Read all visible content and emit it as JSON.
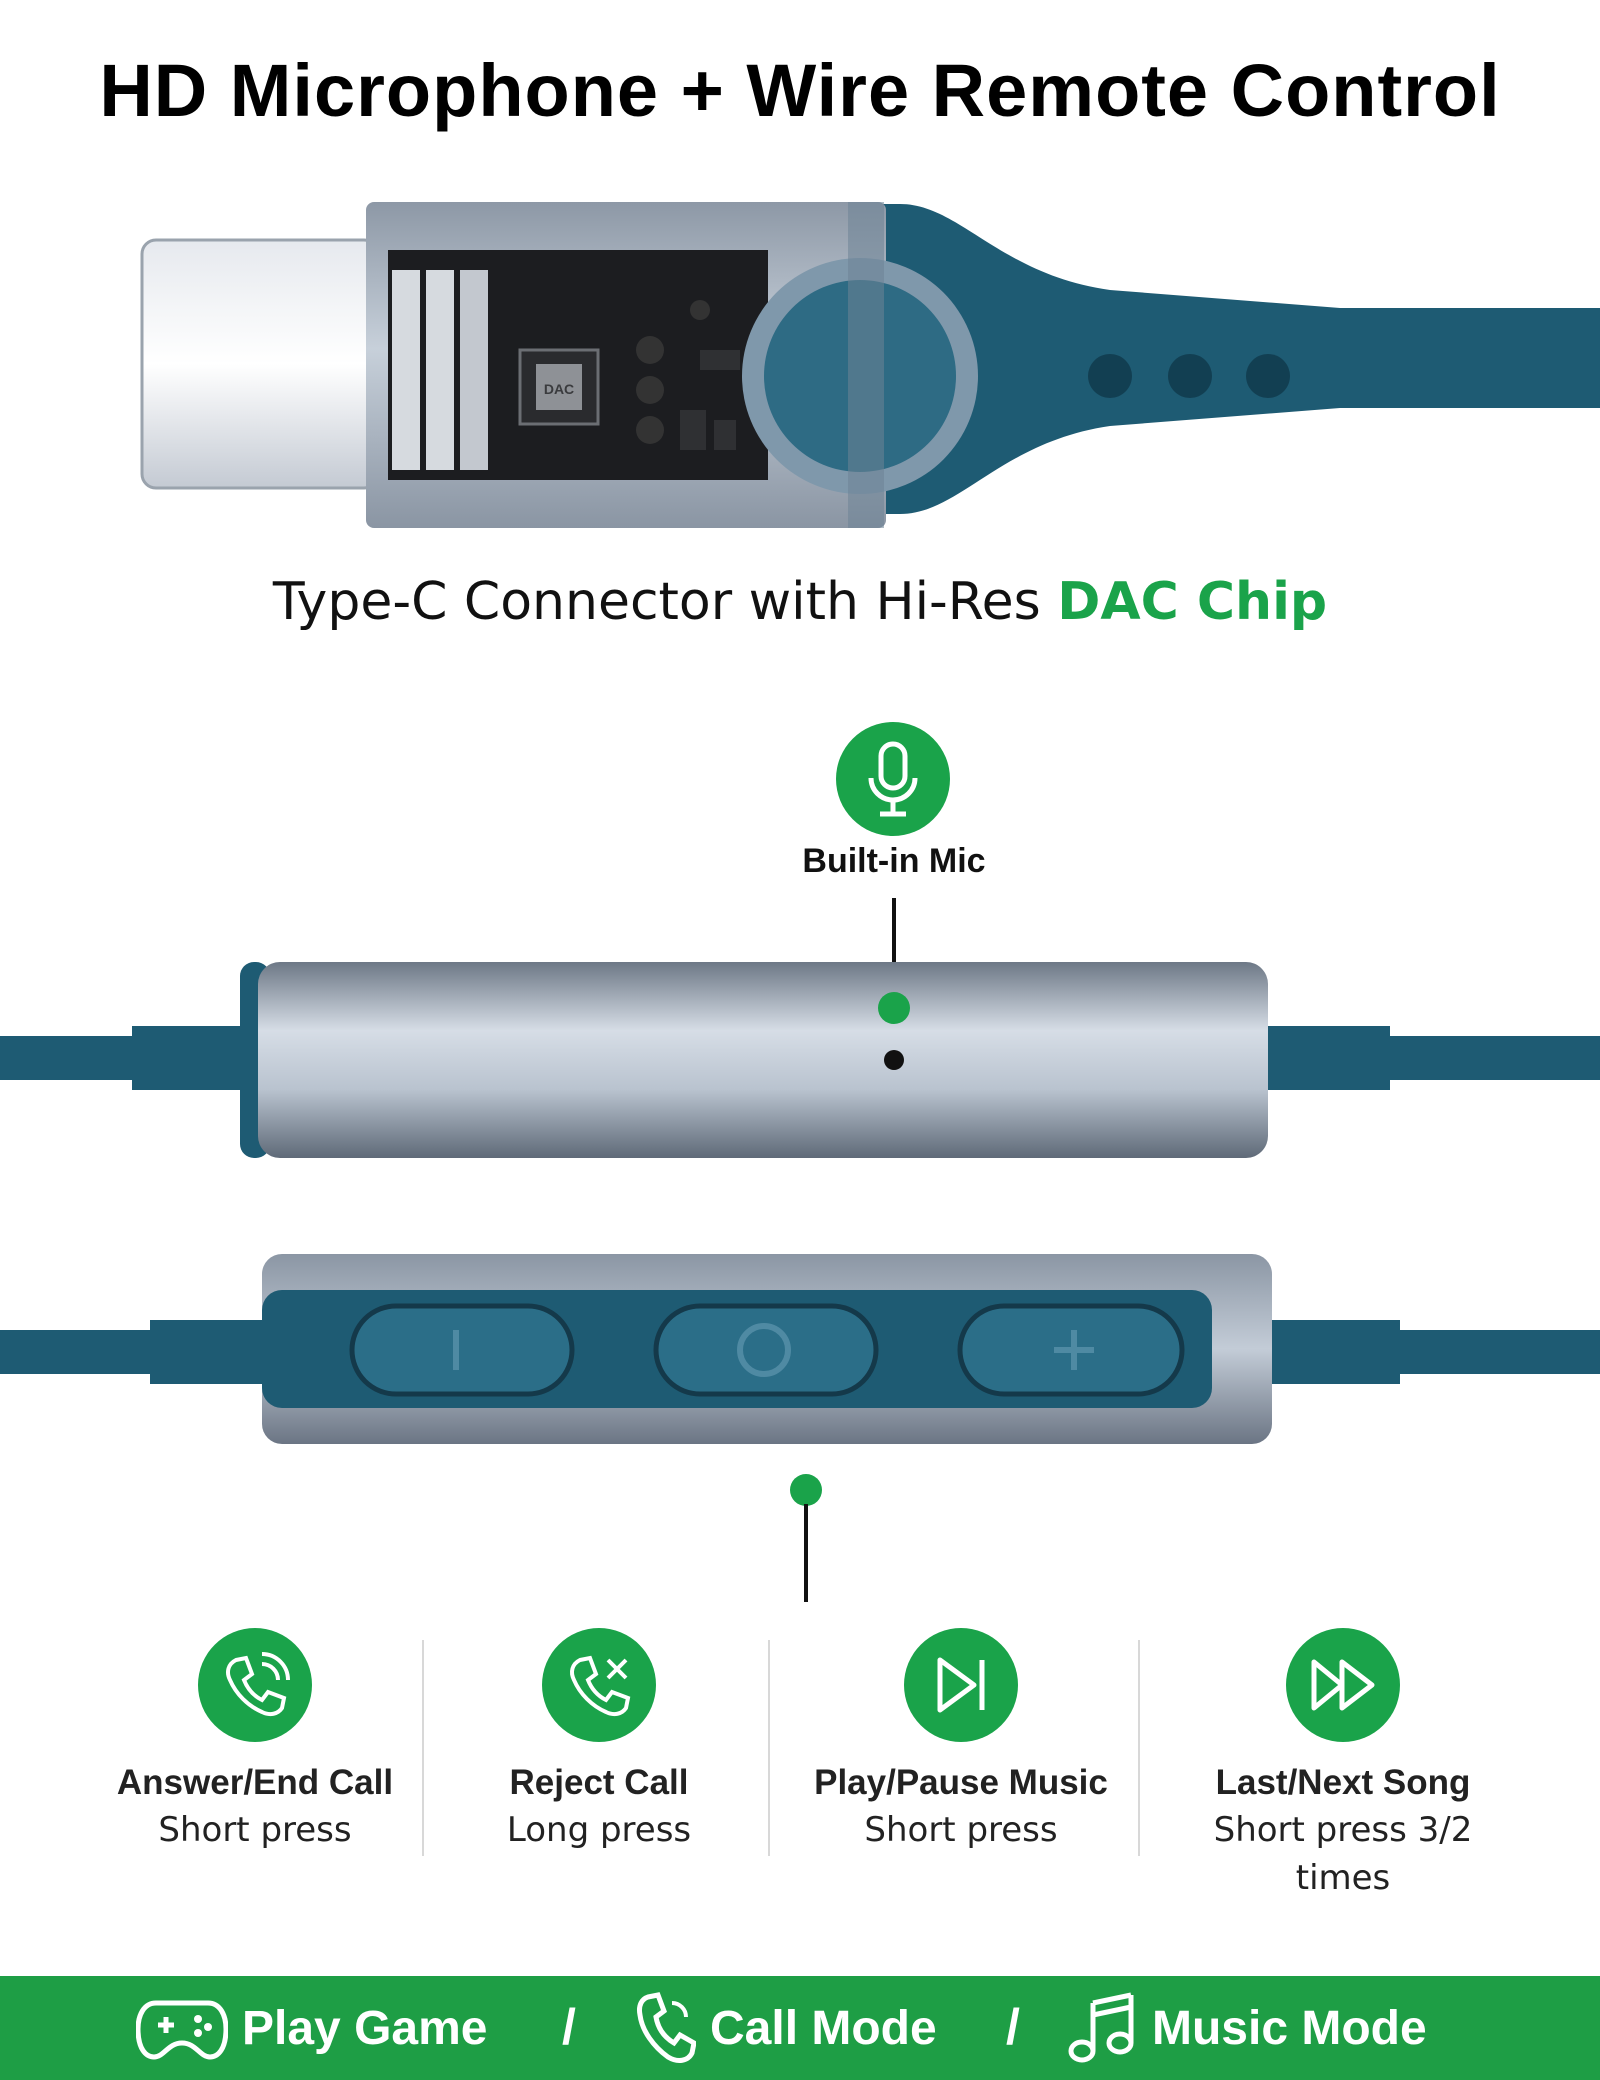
{
  "title": "HD Microphone + Wire Remote Control",
  "connector": {
    "chip_label": "DAC",
    "caption_prefix": "Type-C Connector with Hi-Res ",
    "caption_accent": "DAC Chip"
  },
  "mic": {
    "label": "Built-in Mic",
    "icon": "microphone-icon"
  },
  "colors": {
    "accent_green": "#1aa34a",
    "footer_green": "#1e9e45",
    "cable_teal": "#1e5b73",
    "metal": "#aab6c4"
  },
  "features": [
    {
      "title": "Answer/End Call",
      "subtitle": "Short press",
      "icon": "phone-ringing-icon"
    },
    {
      "title": "Reject Call",
      "subtitle": "Long press",
      "icon": "phone-reject-icon"
    },
    {
      "title": "Play/Pause Music",
      "subtitle": "Short press",
      "icon": "play-pause-icon"
    },
    {
      "title": "Last/Next Song",
      "subtitle": "Short press 3/2 times",
      "icon": "fast-forward-icon"
    }
  ],
  "modes": {
    "items": [
      {
        "label": "Play Game",
        "icon": "gamepad-icon"
      },
      {
        "label": "Call Mode",
        "icon": "phone-icon"
      },
      {
        "label": "Music Mode",
        "icon": "music-note-icon"
      }
    ],
    "separator": "/"
  }
}
